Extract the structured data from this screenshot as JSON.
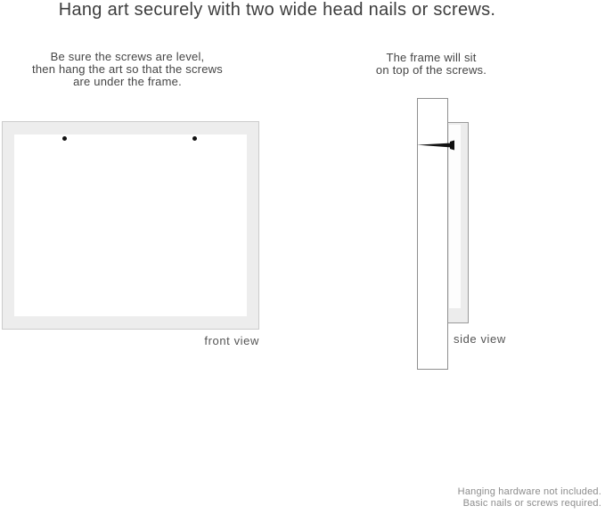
{
  "title": "Hang art securely with two wide head nails or screws.",
  "front_view": {
    "instruction_lines": [
      "Be sure the screws are level,",
      "then hang the art so that the screws",
      "are under the frame."
    ],
    "label": "front view",
    "screw_count": 2
  },
  "side_view": {
    "instruction_lines": [
      "The frame will sit",
      "on top of the screws."
    ],
    "label": "side view"
  },
  "footer": {
    "lines": [
      "Hanging hardware not included.",
      "Basic nails or screws required."
    ]
  },
  "colors": {
    "background": "#ffffff",
    "frame_fill": "#ededed",
    "frame_border_front": "#cccccc",
    "frame_border_side": "#999999",
    "wall_border": "#8f8f8f",
    "nail": "#111111",
    "title_text": "#3d3d3d",
    "body_text": "#454545",
    "label_text": "#555555",
    "footer_text": "#8c8c8c"
  }
}
